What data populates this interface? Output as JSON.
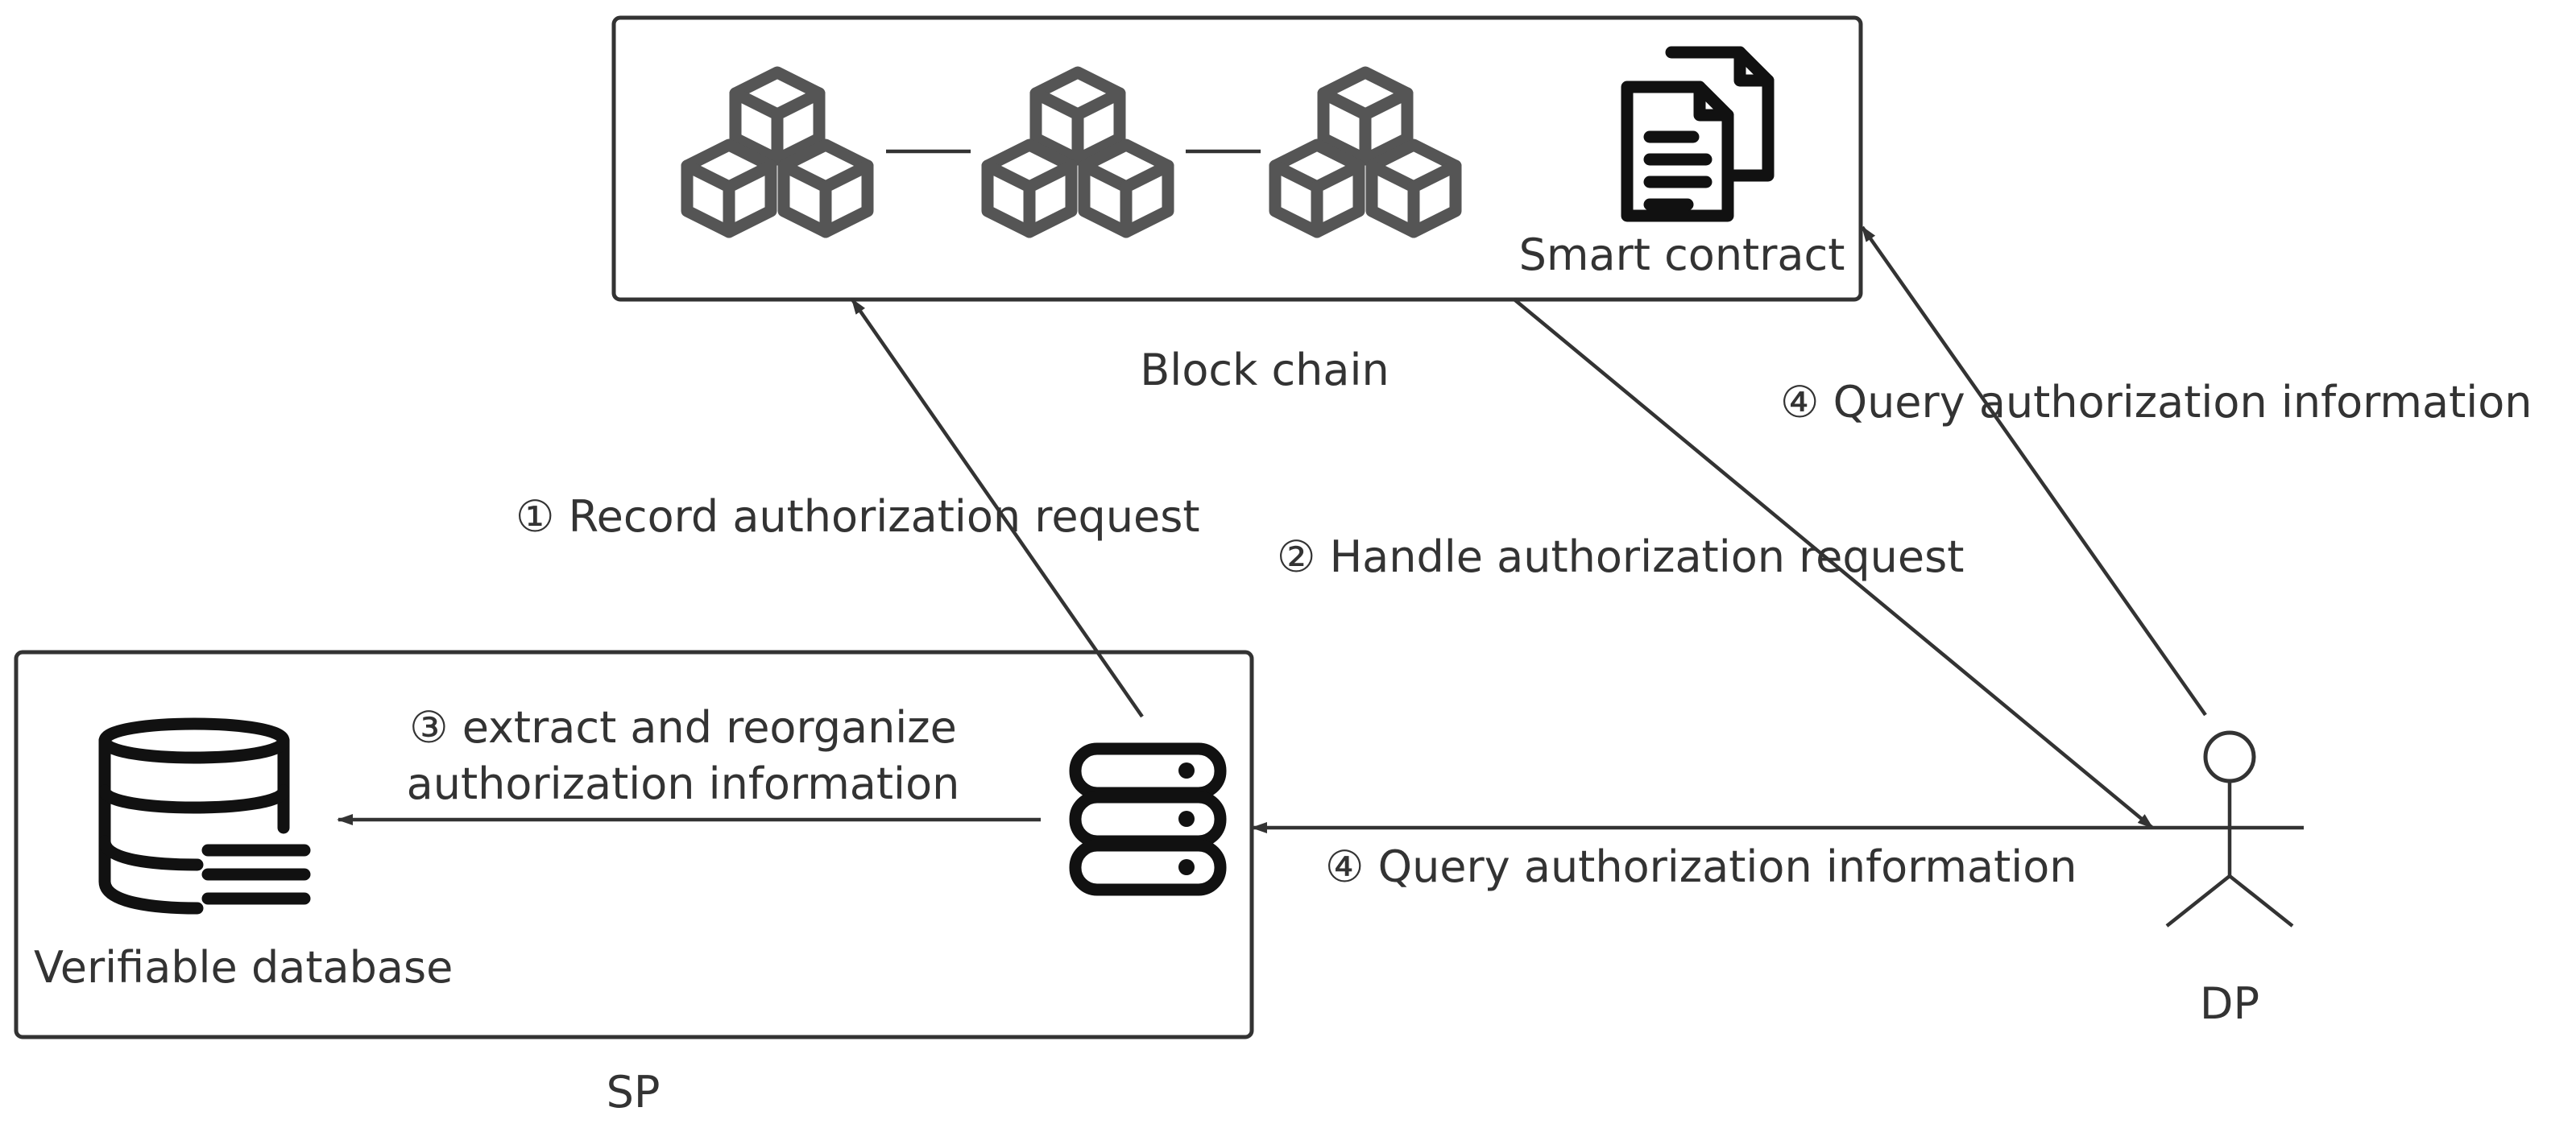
{
  "diagram": {
    "blockchain": {
      "label": "Block chain",
      "smart_contract_label": "Smart contract",
      "block_count": 3
    },
    "sp": {
      "label": "SP",
      "database_label": "Verifiable database"
    },
    "dp": {
      "label": "DP"
    },
    "edges": {
      "record_request": "① Record authorization  request",
      "handle_request": "② Handle authorization  request",
      "extract_line1": "③ extract and reorganize",
      "extract_line2": "authorization information",
      "query_chain": "④ Query  authorization information",
      "query_sp": "④ Query  authorization information"
    },
    "colors": {
      "stroke": "#333333",
      "cube": "#555555",
      "icon": "#111111"
    }
  }
}
